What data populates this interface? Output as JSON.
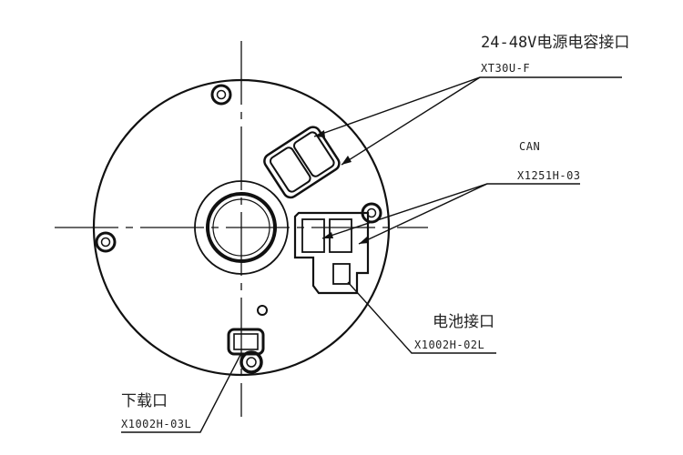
{
  "drawing": {
    "line_color": "#111111",
    "callouts": [
      {
        "name": "24-48V电源电容接口",
        "part": "XT30U-F"
      },
      {
        "name": "CAN",
        "part": "X1251H-03"
      },
      {
        "name": "电池接口",
        "part": "X1002H-02L"
      },
      {
        "name": "下载口",
        "part": "X1002H-03L"
      }
    ]
  }
}
